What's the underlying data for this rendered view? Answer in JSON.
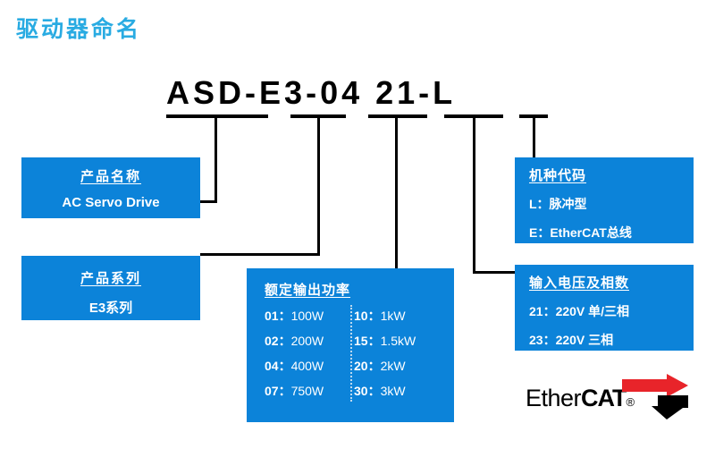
{
  "title": "驱动器命名",
  "model_number": {
    "segments": [
      "ASD",
      "-",
      "E3",
      "-",
      "04",
      " ",
      "21",
      "-",
      "L"
    ],
    "full": "ASD-E3-04 21-L"
  },
  "colors": {
    "brand_blue": "#0c83d9",
    "title_blue": "#29abe2",
    "leader_black": "#000000",
    "divider_dotted": "#bcd9ee",
    "ethercat_red": "#e8242a"
  },
  "boxes": {
    "product_name": {
      "title": "产品名称",
      "lines": [
        "AC Servo Drive"
      ]
    },
    "product_series": {
      "title": "产品系列",
      "lines": [
        "E3系列"
      ]
    },
    "rated_output_power": {
      "title": "额定输出功率",
      "left_column": [
        {
          "code": "01：",
          "value": "100W"
        },
        {
          "code": "02：",
          "value": "200W"
        },
        {
          "code": "04：",
          "value": "400W"
        },
        {
          "code": "07：",
          "value": "750W"
        }
      ],
      "right_column": [
        {
          "code": "10：",
          "value": "1kW"
        },
        {
          "code": "15：",
          "value": "1.5kW"
        },
        {
          "code": "20：",
          "value": "2kW"
        },
        {
          "code": "30：",
          "value": "3kW"
        }
      ]
    },
    "machine_code": {
      "title": "机种代码",
      "lines": [
        "L：脉冲型",
        "E：EtherCAT总线"
      ]
    },
    "input_voltage_phase": {
      "title": "输入电压及相数",
      "lines": [
        "21：220V 单/三相",
        "23：220V 三相"
      ]
    }
  },
  "logo": {
    "text_light": "Ether",
    "text_bold": "CAT",
    "registered": "®"
  }
}
